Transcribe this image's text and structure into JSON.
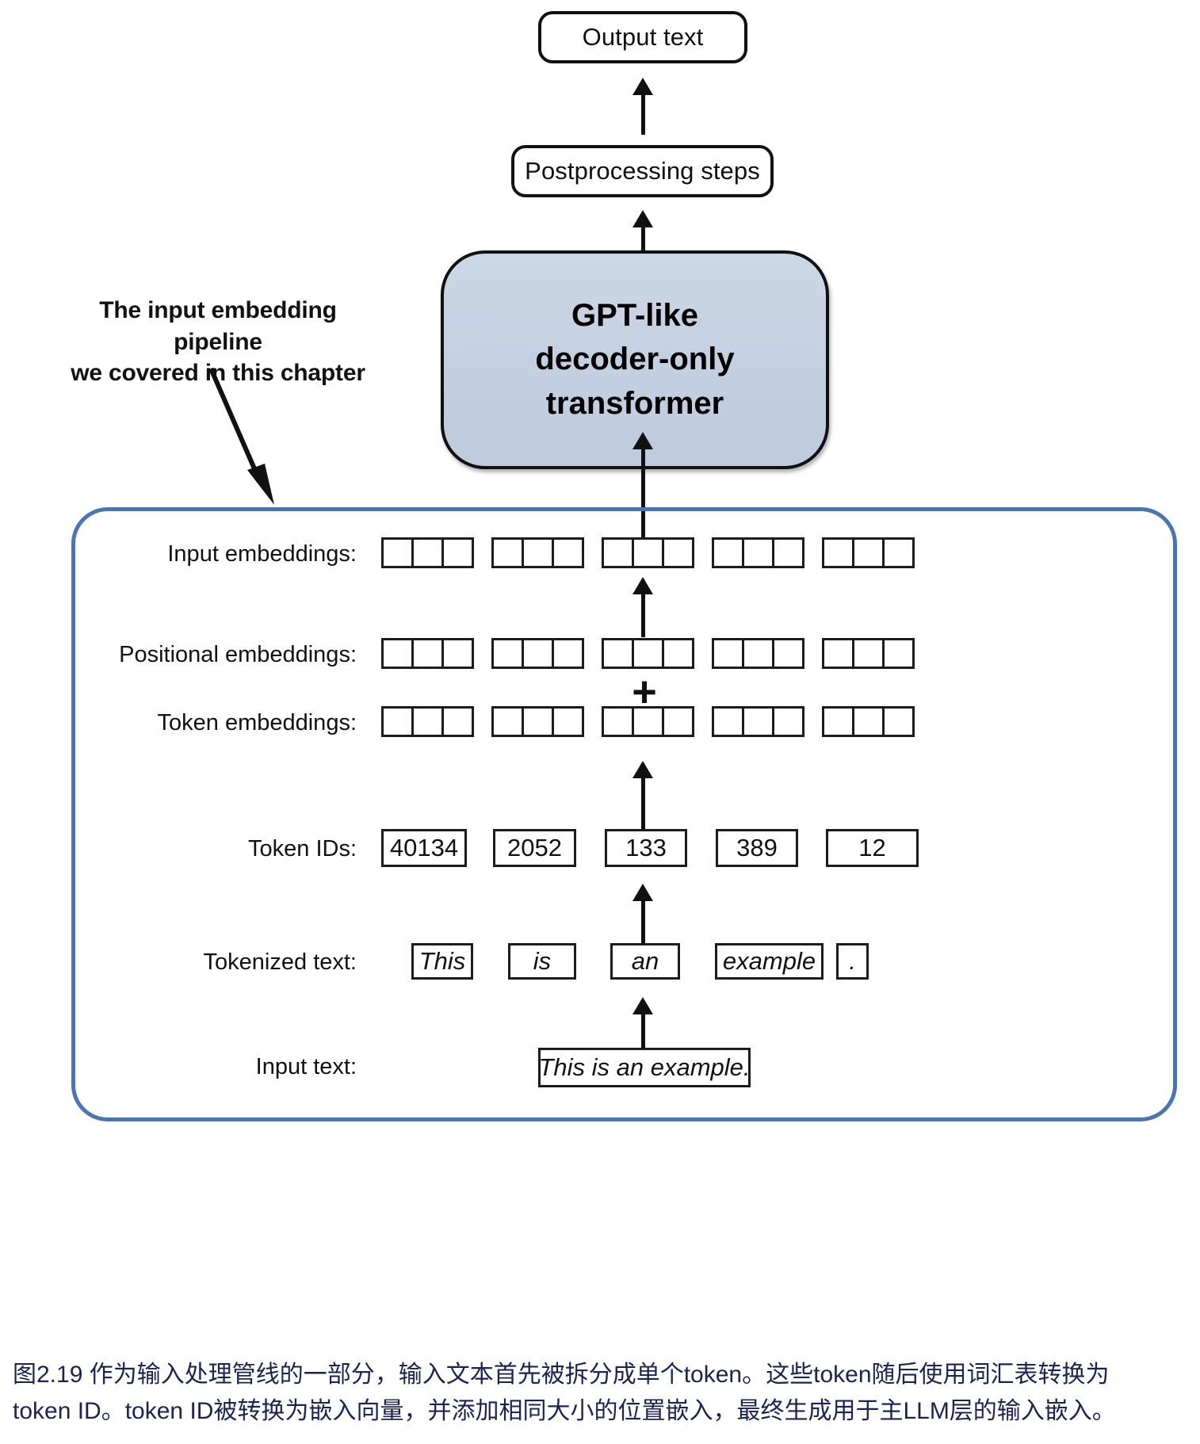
{
  "figure": {
    "top_boxes": [
      {
        "id": "output-text",
        "label": "Output text"
      },
      {
        "id": "postprocessing-steps",
        "label": "Postprocessing steps"
      }
    ],
    "model_block": {
      "line1": "GPT-like",
      "line2": "decoder-only",
      "line3": "transformer",
      "fill_color": "#c5d1e0",
      "stroke_color": "#111111"
    },
    "annotation": {
      "line1": "The input embedding pipeline",
      "line2": "we covered in this chapter"
    },
    "pipeline": {
      "border_color": "#4a74b2",
      "rows": [
        {
          "id": "input-embeddings",
          "label": "Input embeddings:",
          "kind": "cells",
          "groups": 5,
          "cells_per_group": 3
        },
        {
          "id": "positional-embeddings",
          "label": "Positional embeddings:",
          "kind": "cells",
          "groups": 5,
          "cells_per_group": 3
        },
        {
          "id": "token-embeddings",
          "label": "Token embeddings:",
          "kind": "cells",
          "groups": 5,
          "cells_per_group": 3
        },
        {
          "id": "token-ids",
          "label": "Token IDs:",
          "kind": "values",
          "values": [
            "40134",
            "2052",
            "133",
            "389",
            "12"
          ]
        },
        {
          "id": "tokenized-text",
          "label": "Tokenized text:",
          "kind": "values",
          "italic": true,
          "values": [
            "This",
            "is",
            "an",
            "example",
            "."
          ]
        },
        {
          "id": "input-text",
          "label": "Input text:",
          "kind": "single",
          "italic": true,
          "value": "This is an example."
        }
      ],
      "plus_symbol": "+"
    },
    "caption": {
      "line1": "图2.19 作为输入处理管线的一部分，输入文本首先被拆分成单个token。这些token随后使用词汇表转换为",
      "line2": "token ID。token ID被转换为嵌入向量，并添加相同大小的位置嵌入，最终生成用于主LLM层的输入嵌入。",
      "color": "#1b2356"
    }
  }
}
